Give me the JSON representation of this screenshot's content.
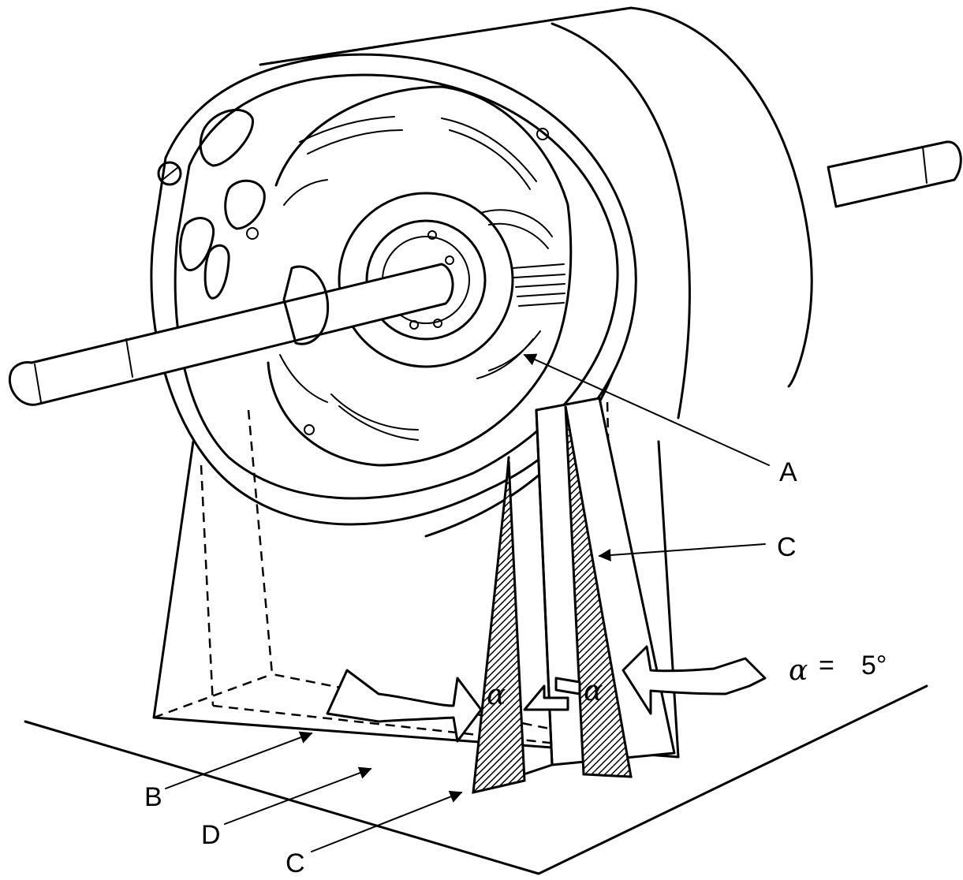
{
  "labels": {
    "A": "A",
    "B": "B",
    "C_right": "C",
    "C_bottom": "C",
    "D": "D"
  },
  "angle": {
    "symbol_left": "α",
    "symbol_right": "α",
    "symbol_eq": "α",
    "equals": "=",
    "value": "5°"
  }
}
